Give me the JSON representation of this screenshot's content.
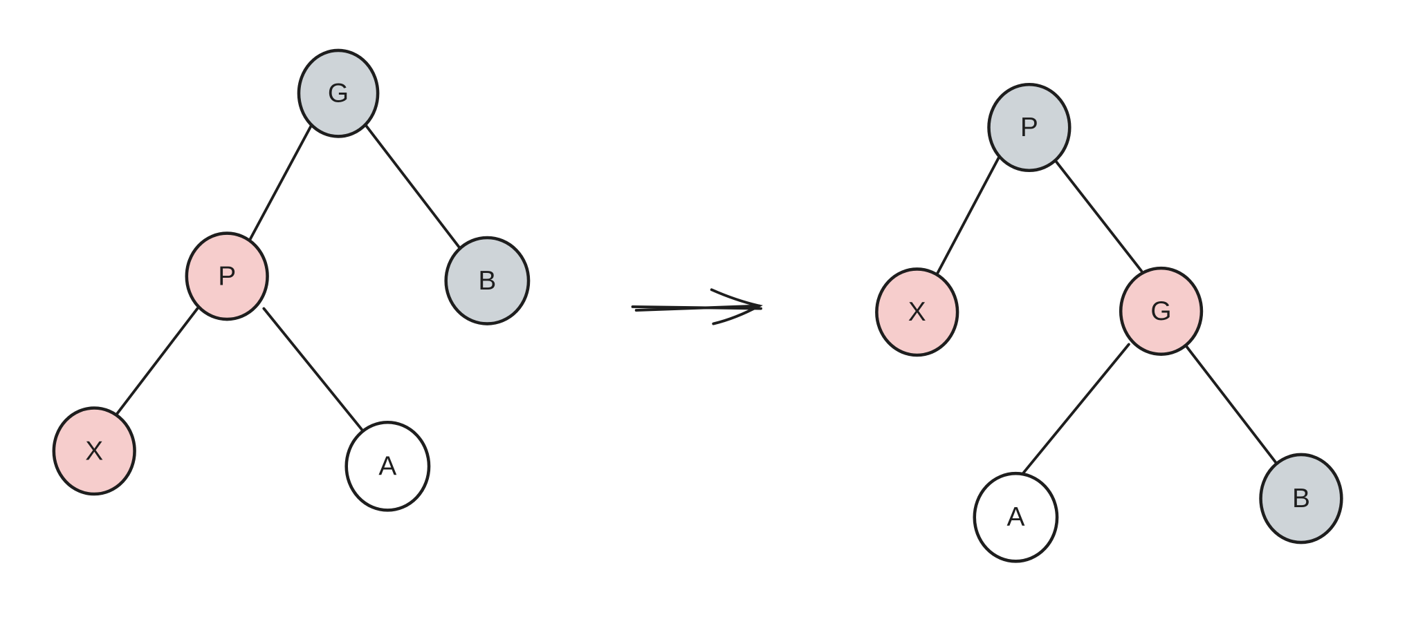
{
  "colors": {
    "red_node": "#f6cdcc",
    "black_node": "#ced4d8",
    "subtree": "#ffffff",
    "stroke": "#1e1e1e"
  },
  "before": {
    "nodes": [
      {
        "label": "G",
        "color": "black"
      },
      {
        "label": "P",
        "color": "red"
      },
      {
        "label": "B",
        "color": "black"
      },
      {
        "label": "X",
        "color": "red"
      },
      {
        "label": "A",
        "color": "subtree"
      }
    ]
  },
  "arrow": {
    "icon": "right-arrow-icon"
  },
  "after": {
    "nodes": [
      {
        "label": "P",
        "color": "black"
      },
      {
        "label": "X",
        "color": "red"
      },
      {
        "label": "G",
        "color": "red"
      },
      {
        "label": "A",
        "color": "subtree"
      },
      {
        "label": "B",
        "color": "black"
      }
    ]
  }
}
